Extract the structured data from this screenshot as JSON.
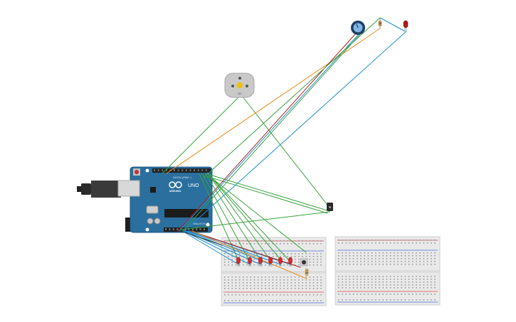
{
  "arduino": {
    "logo": "ARDUINO",
    "model": "UNO",
    "header_digital": "DIGITAL (PWM ~)",
    "header_analog": "ANALOG IN",
    "colors": {
      "board": "#2a6f9e",
      "board_dark": "#1d5680",
      "header": "#222222",
      "chip": "#1c1c1c"
    }
  },
  "motor": {
    "label": "DC",
    "colors": {
      "body": "#c9c9c9",
      "shaft": "#e8c21a"
    }
  },
  "transistor": {
    "label": "N",
    "color": "#2b2b2b"
  },
  "potentiometer": {
    "colors": {
      "ring": "#1d3d63",
      "knob": "#7fb6e6"
    }
  },
  "leds": {
    "count": 6,
    "color": "#d42a2a"
  },
  "wire_colors": {
    "green": "#3aa33f",
    "orange": "#e68a1a",
    "red": "#b32020",
    "blue": "#1e8fd0",
    "dark": "#333333"
  },
  "breadboard": {
    "count": 2,
    "colors": {
      "body": "#e9e9e9",
      "rail_red": "#d94a4a",
      "rail_blue": "#4a6fd9"
    }
  }
}
